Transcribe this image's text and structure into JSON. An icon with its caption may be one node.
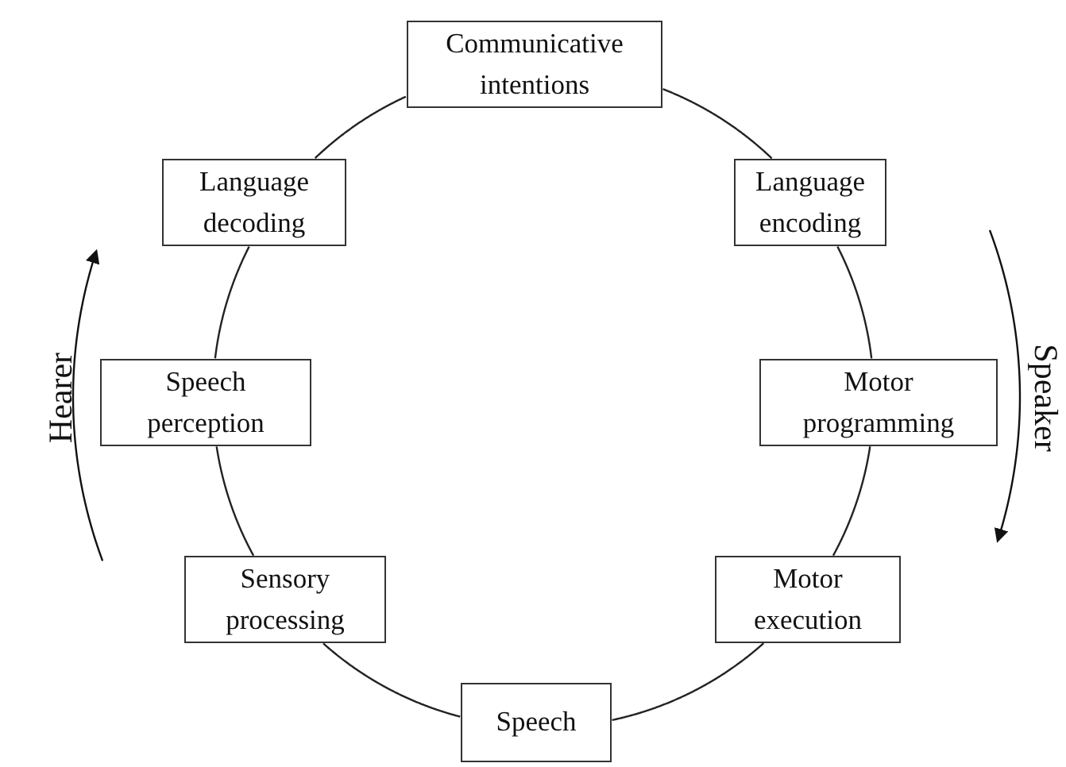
{
  "diagram": {
    "nodes": [
      {
        "text": [
          "Communicative intentions"
        ]
      },
      {
        "text": [
          "Language decoding"
        ]
      },
      {
        "text": [
          "Language encoding"
        ]
      },
      {
        "text": [
          "Speech perception"
        ]
      },
      {
        "text": [
          "Motor programming"
        ]
      },
      {
        "text": [
          "Sensory processing"
        ]
      },
      {
        "text": [
          "Motor execution"
        ]
      },
      {
        "text": [
          "Speech"
        ]
      }
    ],
    "edges": [
      {
        "from": 0,
        "to": 2,
        "arrow": "none"
      },
      {
        "from": 2,
        "to": 4,
        "arrow": "none"
      },
      {
        "from": 4,
        "to": 6,
        "arrow": "none"
      },
      {
        "from": 6,
        "to": 7,
        "arrow": "none"
      },
      {
        "from": 7,
        "to": 5,
        "arrow": "none"
      },
      {
        "from": 5,
        "to": 3,
        "arrow": "none"
      },
      {
        "from": 3,
        "to": 1,
        "arrow": "none"
      },
      {
        "from": 1,
        "to": 0,
        "arrow": "none"
      }
    ],
    "labels": [
      "Hearer",
      "Speaker"
    ]
  }
}
